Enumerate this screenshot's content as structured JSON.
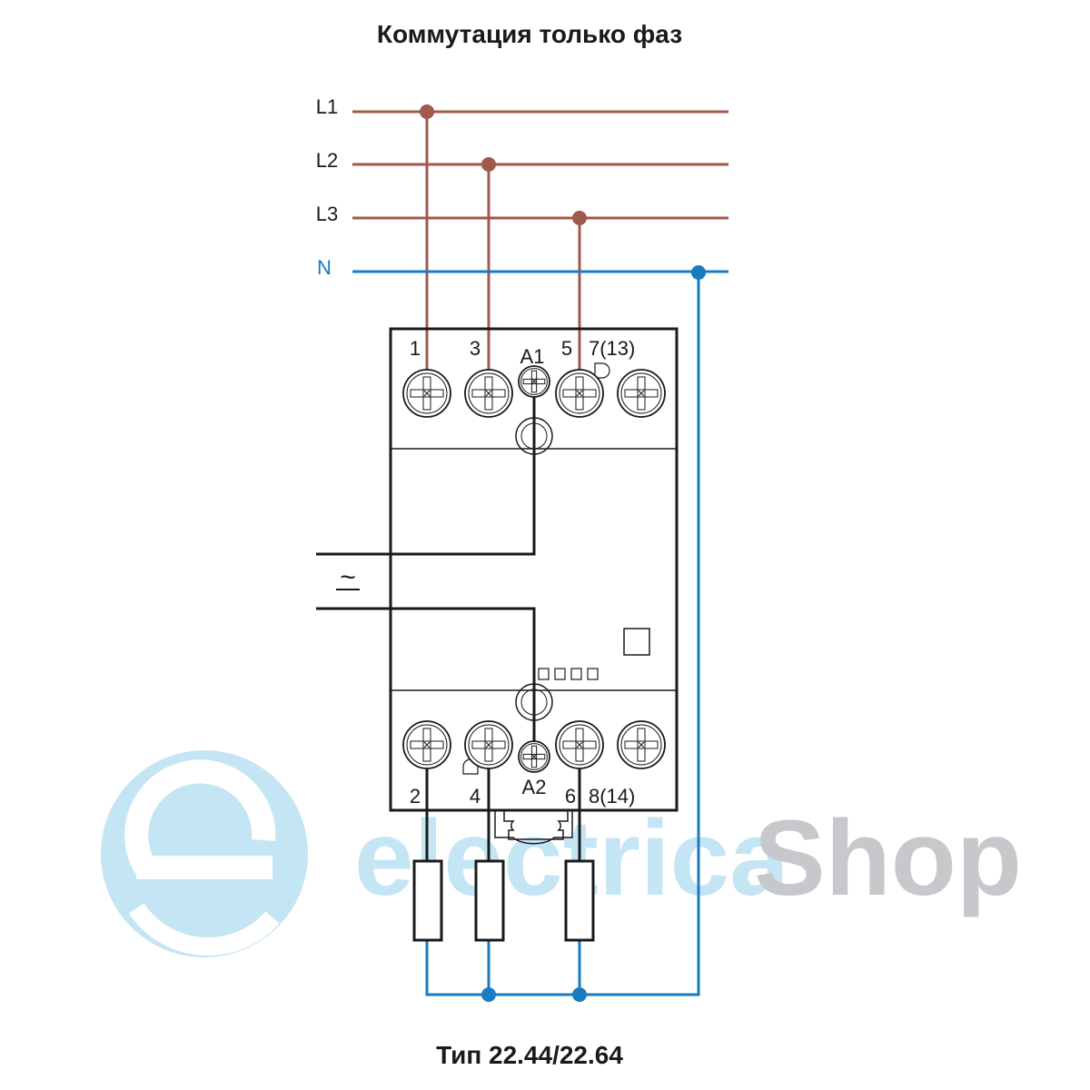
{
  "title": "Коммутация только фаз",
  "caption": "Тип 22.44/22.64",
  "lines": {
    "L1": "L1",
    "L2": "L2",
    "L3": "L3",
    "N": "N"
  },
  "terminals_top": [
    "1",
    "3",
    "A1",
    "5",
    "7(13)"
  ],
  "terminals_bottom": [
    "2",
    "4",
    "A2",
    "6",
    "8(14)"
  ],
  "supply_symbol": "~",
  "watermark": {
    "part1": "electrica",
    "part2": "Shop"
  },
  "colors": {
    "phase": "#a0594a",
    "neutral": "#1a7bc0",
    "wire": "#1a1a1a",
    "watermark_blue": "#bfe3f3",
    "watermark_gray": "#c4c6c9"
  }
}
